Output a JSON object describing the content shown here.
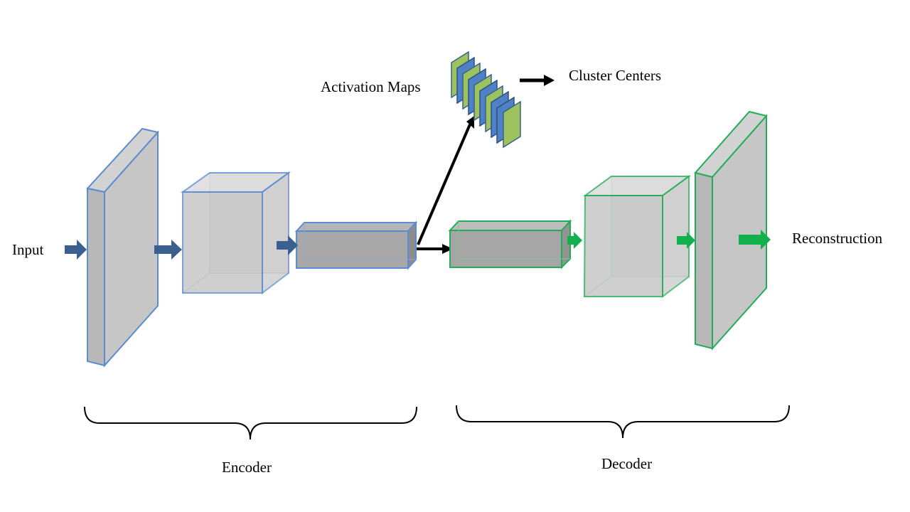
{
  "labels": {
    "input": "Input",
    "activation_maps": "Activation Maps",
    "cluster_centers": "Cluster Centers",
    "reconstruction": "Reconstruction",
    "encoder": "Encoder",
    "decoder": "Decoder"
  },
  "colors": {
    "encoder_stroke": "#5b8bd0",
    "encoder_arrow": "#3b5f8f",
    "decoder_stroke": "#1fae54",
    "decoder_arrow": "#12b04c",
    "block_fill": "#c4c4c4",
    "block_side": "#adadad",
    "map_green": "#9dc35e",
    "map_blue": "#4f81c7",
    "connector": "#000000"
  },
  "icons": {
    "arrow": "right-arrow-icon",
    "brace": "curly-brace-icon"
  }
}
